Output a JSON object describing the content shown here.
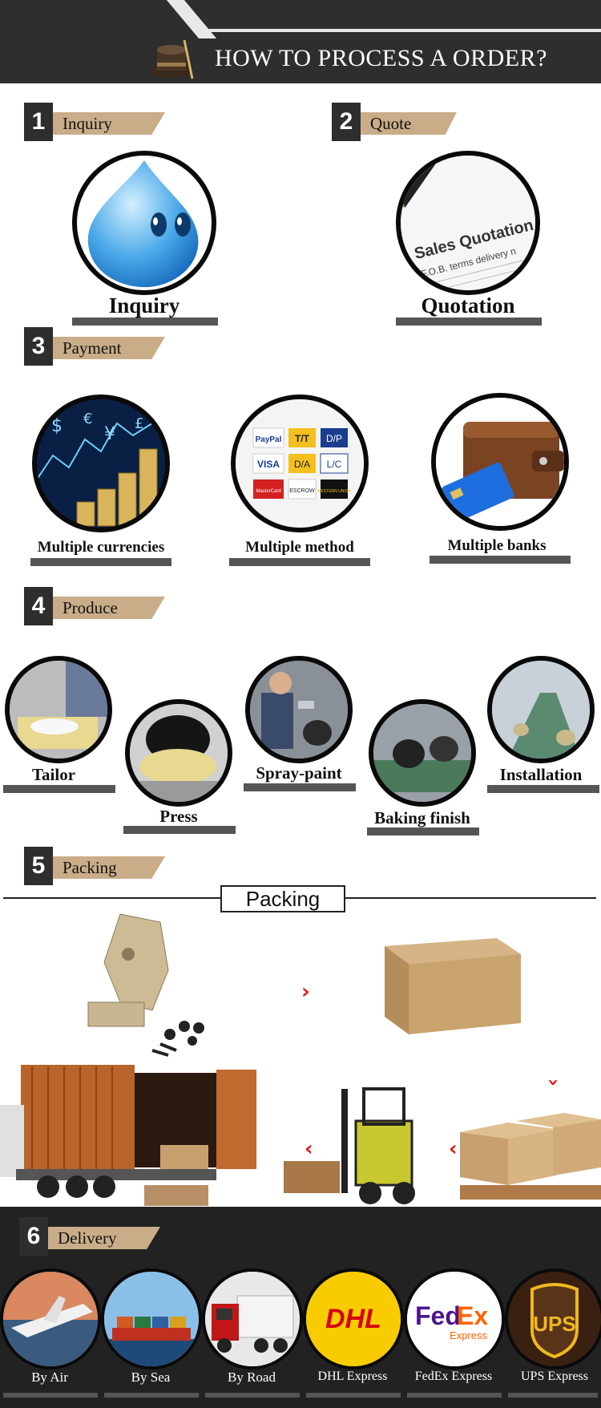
{
  "header": {
    "title": "HOW TO PROCESS A ORDER?"
  },
  "steps": [
    {
      "num": "1",
      "label": "Inquiry"
    },
    {
      "num": "2",
      "label": "Quote"
    },
    {
      "num": "3",
      "label": "Payment"
    },
    {
      "num": "4",
      "label": "Produce"
    },
    {
      "num": "5",
      "label": "Packing"
    },
    {
      "num": "6",
      "label": "Delivery"
    }
  ],
  "inquiry": {
    "caption": "Inquiry"
  },
  "quote": {
    "caption": "Quotation",
    "paper_heading": "Sales Quotation",
    "paper_line": "F.O.B. terms delivery n"
  },
  "payment": {
    "items": [
      "Multiple currencies",
      "Multiple method",
      "Multiple banks"
    ],
    "methods": [
      "PayPal",
      "T/T",
      "D/P",
      "VISA",
      "D/A",
      "L/C",
      "MasterCard",
      "ESCROW",
      "WESTERN UNION"
    ],
    "currency_symbols": [
      "$",
      "€",
      "¥",
      "£"
    ]
  },
  "produce": {
    "items": [
      "Tailor",
      "Press",
      "Spray-paint",
      "Baking finish",
      "Installation"
    ]
  },
  "packing": {
    "title": "Packing"
  },
  "delivery": {
    "items": [
      "By Air",
      "By Sea",
      "By Road",
      "DHL Express",
      "FedEx Express",
      "UPS Express"
    ],
    "logos": {
      "dhl": "DHL",
      "fedex_fed": "Fed",
      "fedex_ex": "Ex",
      "fedex_sub": "Express",
      "ups": "UPS"
    }
  },
  "colors": {
    "dark": "#2e2e2e",
    "tan": "#c9ad88",
    "accent_red": "#e01818"
  }
}
